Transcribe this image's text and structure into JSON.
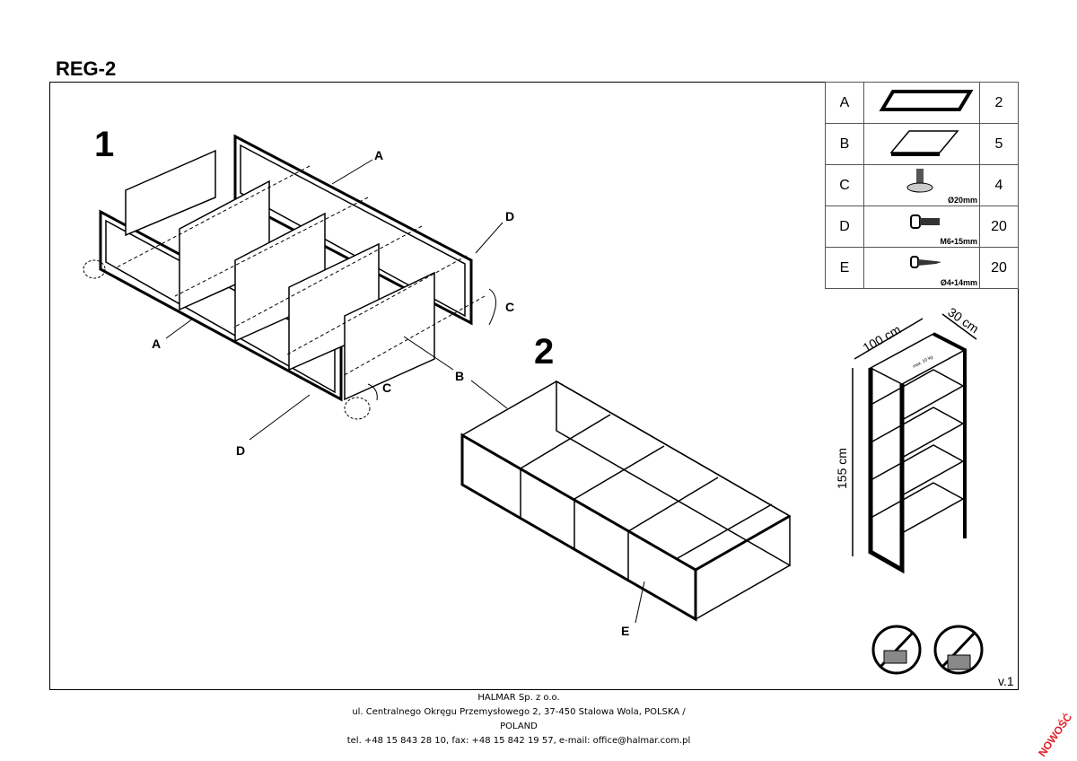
{
  "title": "REG-2",
  "steps": {
    "one": "1",
    "two": "2"
  },
  "callouts": {
    "a1": "A",
    "d1": "D",
    "c1": "C",
    "a2": "A",
    "b": "B",
    "c2": "C",
    "d2": "D",
    "e": "E"
  },
  "parts": [
    {
      "letter": "A",
      "icon": "metal-frame-icon",
      "spec": "",
      "qty": "2"
    },
    {
      "letter": "B",
      "icon": "shelf-board-icon",
      "spec": "",
      "qty": "5"
    },
    {
      "letter": "C",
      "icon": "leveling-foot-icon",
      "spec": "Ø20mm",
      "qty": "4"
    },
    {
      "letter": "D",
      "icon": "bolt-icon",
      "spec": "M6•15mm",
      "qty": "20"
    },
    {
      "letter": "E",
      "icon": "wood-screw-icon",
      "spec": "Ø4•14mm",
      "qty": "20"
    }
  ],
  "dimensions": {
    "width": "100 cm",
    "depth": "30 cm",
    "height": "155 cm",
    "max_load": "max. 10 kg"
  },
  "version": "v.1",
  "footer": {
    "company": "HALMAR Sp. z o.o.",
    "address": "ul. Centralnego Okręgu Przemysłowego 2, 37-450 Stalowa Wola, POLSKA / POLAND",
    "contact": "tel. +48 15 843 28 10, fax: +48 15 842 19 57, e-mail: office@halmar.com.pl"
  },
  "badge": "NOWOŚĆ"
}
